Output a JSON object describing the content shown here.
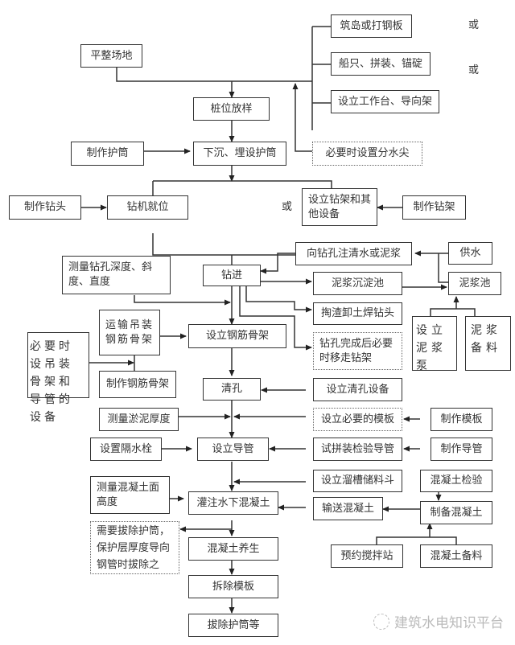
{
  "diagram": {
    "title": "",
    "boxes": {
      "pingzheng": "平整场地",
      "zhudao": "筑岛或打钢板",
      "chuanzhi": "船只、拼装、锚碇",
      "gongzuotai": "设立工作台、导向架",
      "zhuangwei": "桩位放样",
      "zhizuohutong": "制作护筒",
      "xiachen": "下沉、埋设护筒",
      "fenshuijian": "必要时设置分水尖",
      "zhizuozuantou": "制作钻头",
      "zuanjijiuwei": "钻机就位",
      "zuanjia": "设立钻架和其他设备",
      "zhizuozuanjia": "制作钻架",
      "celiang_zuankong": "测量钻孔深度、斜度、直度",
      "zuanjin": "钻进",
      "zhuqingshui": "向钻孔注清水或泥浆",
      "gongshui": "供水",
      "nijiangchendian": "泥浆沉淀池",
      "nijiangchi": "泥浆池",
      "tazha": "掏渣卸土焊钻头",
      "shelinijiangbeng": "设立泥浆泵",
      "nijiangbeiliao": "泥浆备料",
      "yunshu": "运输吊装钢筋骨架",
      "shuyaoshi": "必要时设吊装骨架和导管的设备",
      "shelijinjiagu": "设立钢筋骨架",
      "yizouzuanjia": "钻孔完成后必要时移走钻架",
      "zhizuogangjin": "制作钢筋骨架",
      "qingkong": "清孔",
      "sheliqingkong": "设立清孔设备",
      "celiangyuni": "测量淤泥厚度",
      "bixumuban": "设立必要的模板",
      "zhizuomuban": "制作模板",
      "geshuishuan": "设置隔水栓",
      "shelidaoguan": "设立导管",
      "shipinzhuang": "试拼装检验导管",
      "zhizuodaoguan": "制作导管",
      "liucao": "设立溜槽储料斗",
      "hunningtujianyan": "混凝土检验",
      "celianghunningtu": "测量混凝土面高度",
      "guanzhu": "灌注水下混凝土",
      "shusong": "输送混凝土",
      "zhibei": "制备混凝土",
      "bachu_note": "需要拔除护筒，保护层厚度导向钢管时拔除之",
      "yanghu": "混凝土养生",
      "yuyuejiaoban": "预约搅拌站",
      "hunningtubeiliao": "混凝土备料",
      "chaichumuban": "拆除模板",
      "bachuhutong": "拔除护筒等"
    },
    "or_labels": [
      "或",
      "或",
      "或"
    ]
  },
  "watermark": {
    "text": "建筑水电知识平台",
    "icon": "wechat-icon"
  }
}
